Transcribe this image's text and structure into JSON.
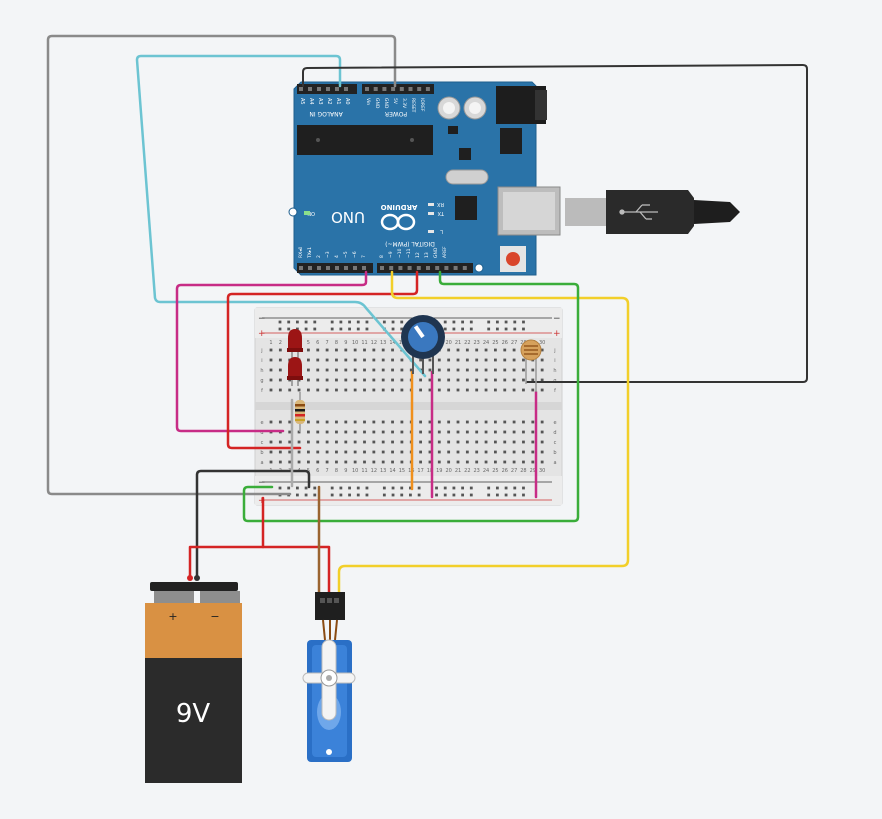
{
  "arduino": {
    "brand": "ARDUINO",
    "model": "UNO",
    "analog_header": "ANALOG IN",
    "power_header": "POWER",
    "digital_header": "DIGITAL (PWM~)",
    "on_label": "ON",
    "tx_label": "TX",
    "rx_label": "RX",
    "l_label": "L",
    "analog_pins": [
      "A5",
      "A4",
      "A3",
      "A2",
      "A1",
      "A0"
    ],
    "power_pins": [
      "Vin",
      "GND",
      "GND",
      "5V",
      "3.3V",
      "RESET",
      "IOREF"
    ],
    "digital_low": [
      "7",
      "~6",
      "~5",
      "4",
      "~3",
      "2",
      "TX▸1",
      "RX◂0"
    ],
    "digital_high": [
      "8",
      "~9",
      "~10",
      "~11",
      "12",
      "13",
      "GND",
      "AREF"
    ]
  },
  "battery": {
    "voltage": "9V",
    "plus": "+",
    "minus": "−"
  },
  "breadboard": {
    "rows_top": [
      "j",
      "i",
      "h",
      "g",
      "f"
    ],
    "rows_bottom": [
      "e",
      "d",
      "c",
      "b",
      "a"
    ],
    "columns": [
      "1",
      "2",
      "3",
      "4",
      "5",
      "6",
      "7",
      "8",
      "9",
      "10",
      "11",
      "12",
      "13",
      "14",
      "15",
      "16",
      "17",
      "18",
      "19",
      "20",
      "21",
      "22",
      "23",
      "24",
      "25",
      "26",
      "27",
      "28",
      "29",
      "30"
    ],
    "rail_plus": "+",
    "rail_minus": "−"
  },
  "colors": {
    "background": "#f3f5f7",
    "arduino_board": "#2a73a8",
    "wire_gray": "#8a8a8a",
    "wire_cyan": "#6cc4d2",
    "wire_black": "#333333",
    "wire_magenta": "#c72c86",
    "wire_red": "#d42424",
    "wire_yellow": "#f2cf2a",
    "wire_green": "#3aad3a",
    "wire_orange": "#f0901c",
    "wire_brown": "#9a6430",
    "led_red": "#9c1515",
    "servo_blue": "#2a6fc6",
    "battery_orange": "#d99143"
  }
}
